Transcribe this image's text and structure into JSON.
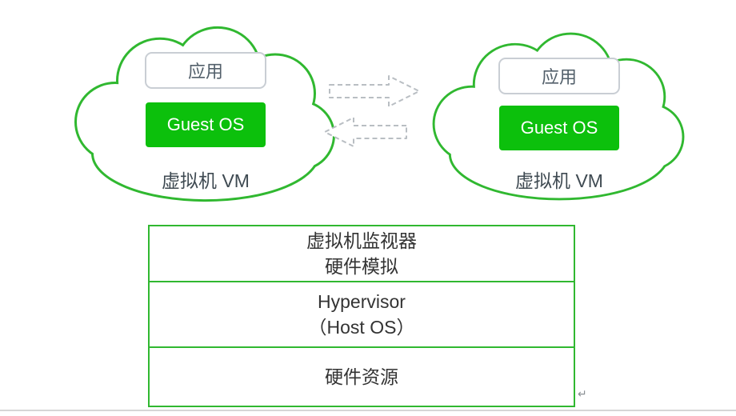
{
  "colors": {
    "green_outline": "#30b830",
    "guest_os_fill": "#0cc00c",
    "arrow_outline": "#b9bec3",
    "app_box_border": "#c9ced4",
    "text_dark": "#333333"
  },
  "clouds": [
    {
      "app_label": "应用",
      "guest_os_label": "Guest OS",
      "vm_label": "虚拟机 VM"
    },
    {
      "app_label": "应用",
      "guest_os_label": "Guest OS",
      "vm_label": "虚拟机 VM"
    }
  ],
  "stack": {
    "row1_line1": "虚拟机监视器",
    "row1_line2": "硬件模拟",
    "row2_line1": "Hypervisor",
    "row2_line2": "（Host OS）",
    "row3_line1": "硬件资源"
  },
  "return_mark": "↵"
}
